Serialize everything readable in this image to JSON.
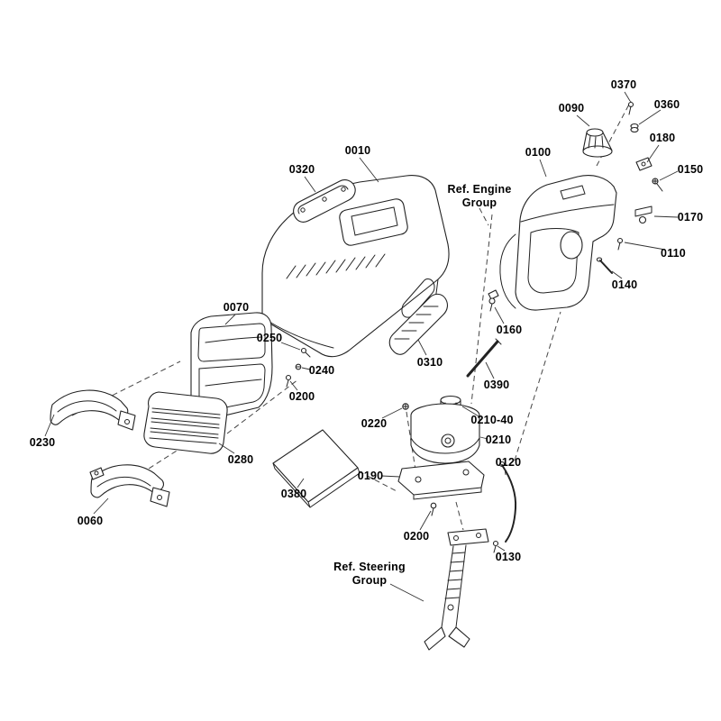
{
  "diagram": {
    "type": "exploded-parts-diagram",
    "subject": "tractor-hood-grille-fuel-tank-assembly",
    "background": "#ffffff",
    "line_color": "#222222",
    "label_color": "#000000"
  },
  "labels": [
    "0010",
    "0320",
    "0370",
    "0360",
    "0090",
    "0100",
    "0180",
    "0150",
    "0170",
    "0110",
    "0140",
    "0160",
    "0390",
    "0310",
    "0070",
    "0250",
    "0240",
    "0200",
    "0230",
    "0280",
    "0060",
    "0380",
    "0190",
    "0220",
    "0210-40",
    "0210",
    "0120",
    "0200",
    "0130"
  ],
  "refs": {
    "engine": {
      "line1": "Ref. Engine",
      "line2": "Group"
    },
    "steering": {
      "line1": "Ref. Steering",
      "line2": "Group"
    }
  }
}
